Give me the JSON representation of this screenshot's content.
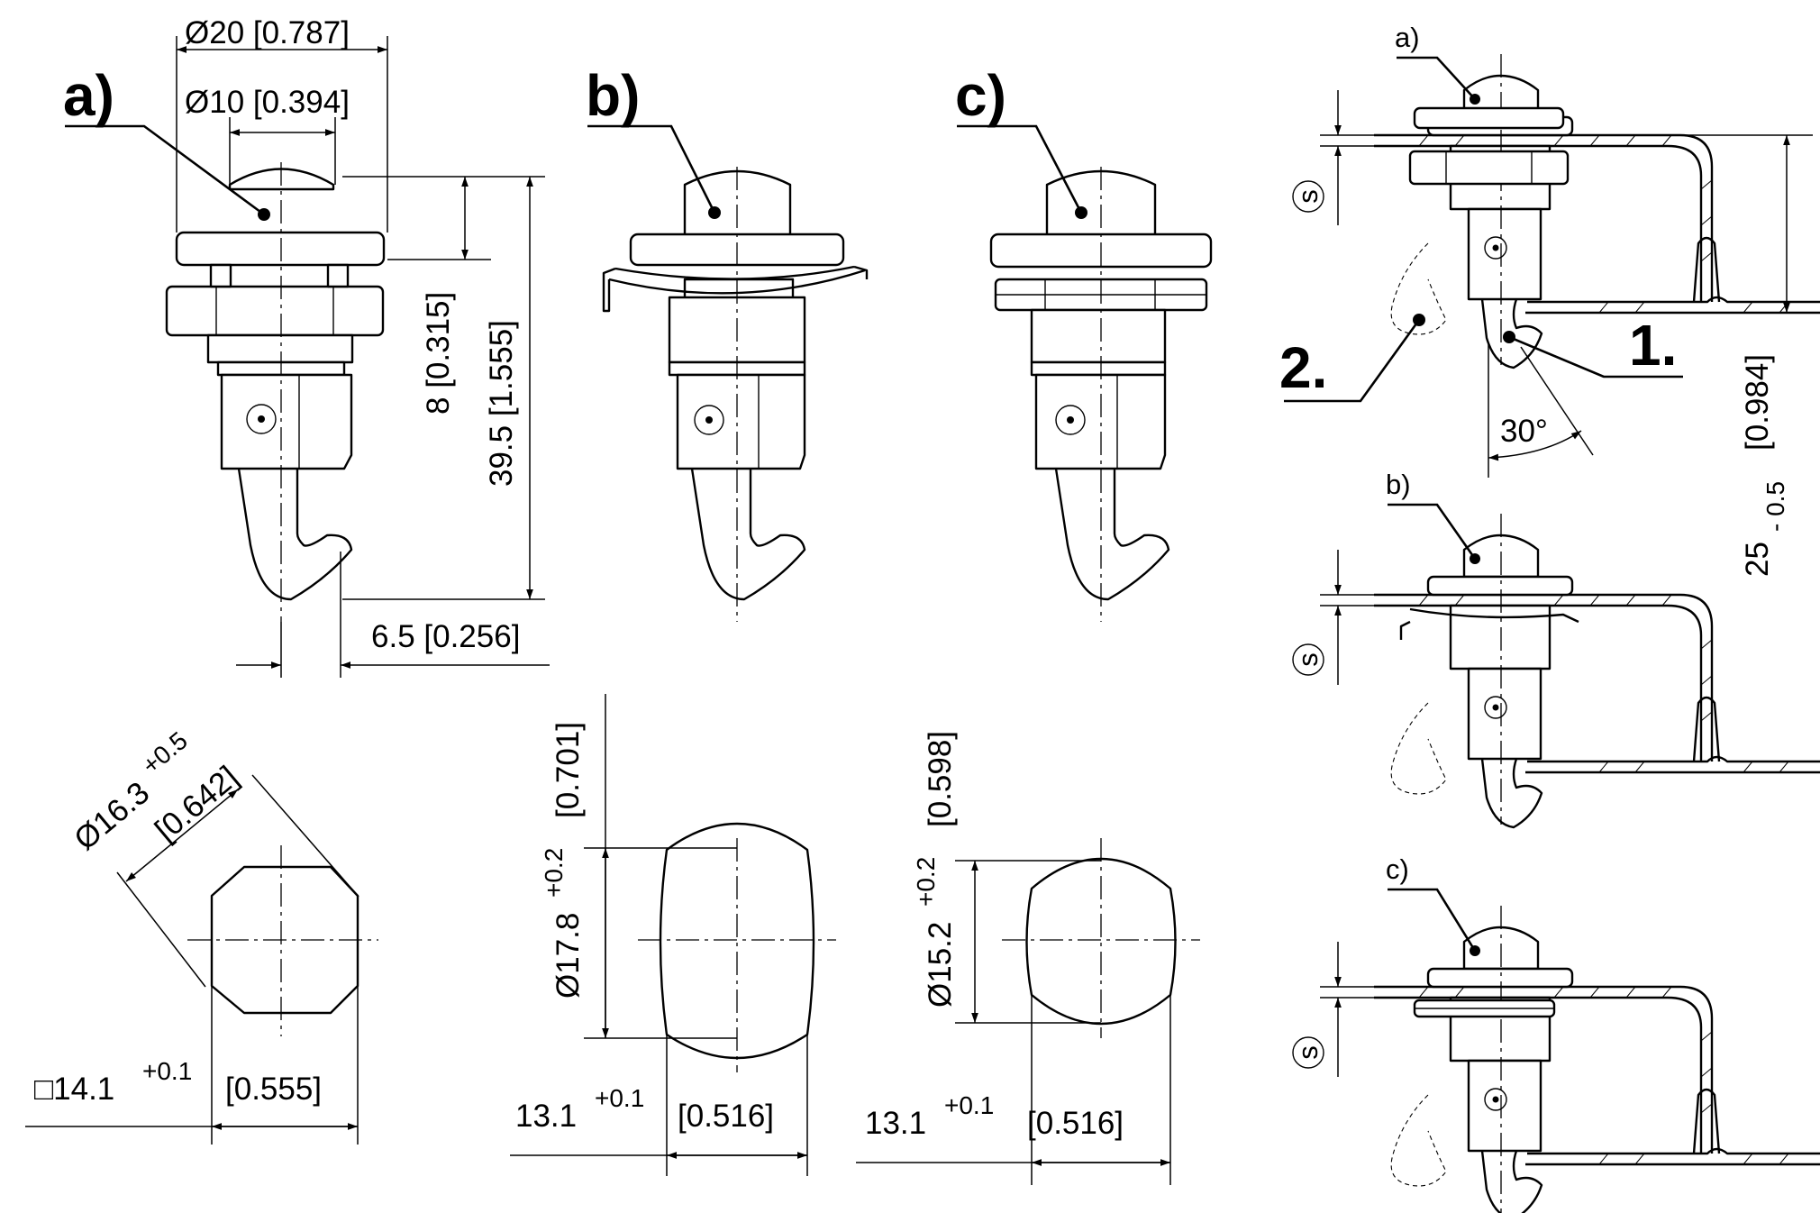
{
  "variants": {
    "a": {
      "label": "a)",
      "small_label": "a)"
    },
    "b": {
      "label": "b)",
      "small_label": "b)"
    },
    "c": {
      "label": "c)",
      "small_label": "c)"
    }
  },
  "callouts": {
    "one": "1.",
    "two": "2."
  },
  "dimensions": {
    "dia20": "Ø20 [0.787]",
    "dia10": "Ø10 [0.394]",
    "len8": "8 [0.315]",
    "len39": "39.5 [1.555]",
    "off65": "6.5 [0.256]",
    "dia163": "Ø16.3",
    "dia163_tol": "+0.5",
    "dia163_in": "[0.642]",
    "sq141": "□14.1",
    "sq141_tol": "+0.1",
    "sq141_in": "[0.555]",
    "dia178": "Ø17.8",
    "dia178_tol": "+0.2",
    "dia178_in": "[0.701]",
    "w131_b": "13.1",
    "w131_b_tol": "+0.1",
    "w131_b_in": "[0.516]",
    "dia152": "Ø15.2",
    "dia152_tol": "+0.2",
    "dia152_in": "[0.598]",
    "w131_c": "13.1",
    "w131_c_tol": "+0.1",
    "w131_c_in": "[0.516]",
    "h25": "25",
    "h25_tol": "- 0.5",
    "h25_in": "[0.984]",
    "angle": "30°",
    "thickness_symbol": "s"
  }
}
